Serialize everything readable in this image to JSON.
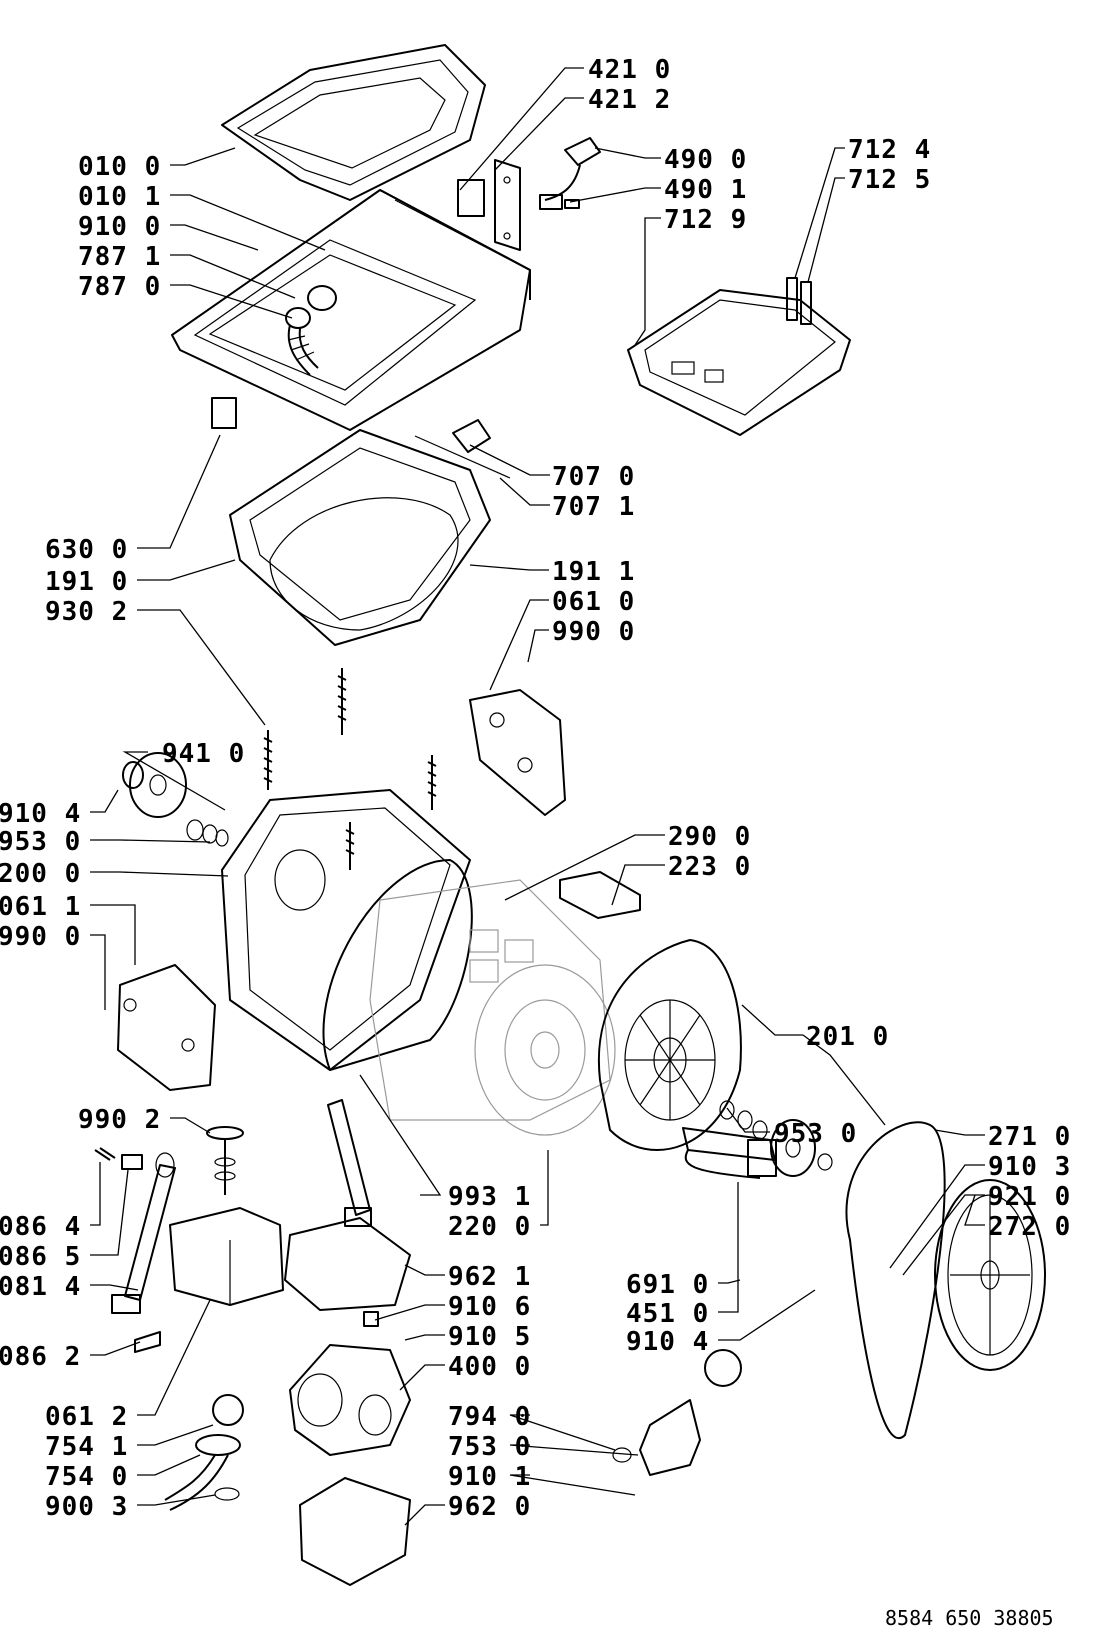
{
  "labels": [
    {
      "id": "421-0",
      "text": "421 0"
    },
    {
      "id": "421-2",
      "text": "421 2"
    },
    {
      "id": "490-0",
      "text": "490 0"
    },
    {
      "id": "490-1",
      "text": "490 1"
    },
    {
      "id": "712-9",
      "text": "712 9"
    },
    {
      "id": "712-4",
      "text": "712 4"
    },
    {
      "id": "712-5",
      "text": "712 5"
    },
    {
      "id": "010-0",
      "text": "010 0"
    },
    {
      "id": "010-1",
      "text": "010 1"
    },
    {
      "id": "910-0",
      "text": "910 0"
    },
    {
      "id": "787-1",
      "text": "787 1"
    },
    {
      "id": "787-0",
      "text": "787 0"
    },
    {
      "id": "707-0",
      "text": "707 0"
    },
    {
      "id": "707-1",
      "text": "707 1"
    },
    {
      "id": "630-0",
      "text": "630 0"
    },
    {
      "id": "191-0",
      "text": "191 0"
    },
    {
      "id": "191-1",
      "text": "191 1"
    },
    {
      "id": "930-2",
      "text": "930 2"
    },
    {
      "id": "061-0",
      "text": "061 0"
    },
    {
      "id": "990-0-a",
      "text": "990 0"
    },
    {
      "id": "941-0",
      "text": "941 0"
    },
    {
      "id": "910-4-a",
      "text": "910 4"
    },
    {
      "id": "953-0-a",
      "text": "953 0"
    },
    {
      "id": "200-0",
      "text": "200 0"
    },
    {
      "id": "061-1",
      "text": "061 1"
    },
    {
      "id": "990-0-b",
      "text": "990 0"
    },
    {
      "id": "290-0",
      "text": "290 0"
    },
    {
      "id": "223-0",
      "text": "223 0"
    },
    {
      "id": "201-0",
      "text": "201 0"
    },
    {
      "id": "990-2",
      "text": "990 2"
    },
    {
      "id": "953-0-b",
      "text": "953 0"
    },
    {
      "id": "271-0",
      "text": "271 0"
    },
    {
      "id": "910-3",
      "text": "910 3"
    },
    {
      "id": "921-0",
      "text": "921 0"
    },
    {
      "id": "272-0",
      "text": "272 0"
    },
    {
      "id": "993-1",
      "text": "993 1"
    },
    {
      "id": "220-0",
      "text": "220 0"
    },
    {
      "id": "086-4",
      "text": "086 4"
    },
    {
      "id": "086-5",
      "text": "086 5"
    },
    {
      "id": "081-4",
      "text": "081 4"
    },
    {
      "id": "962-1",
      "text": "962 1"
    },
    {
      "id": "691-0",
      "text": "691 0"
    },
    {
      "id": "451-0",
      "text": "451 0"
    },
    {
      "id": "910-4-b",
      "text": "910 4"
    },
    {
      "id": "910-6",
      "text": "910 6"
    },
    {
      "id": "910-5",
      "text": "910 5"
    },
    {
      "id": "400-0",
      "text": "400 0"
    },
    {
      "id": "086-2",
      "text": "086 2"
    },
    {
      "id": "061-2",
      "text": "061 2"
    },
    {
      "id": "754-1",
      "text": "754 1"
    },
    {
      "id": "754-0",
      "text": "754 0"
    },
    {
      "id": "900-3",
      "text": "900 3"
    },
    {
      "id": "794-0",
      "text": "794 0"
    },
    {
      "id": "753-0",
      "text": "753 0"
    },
    {
      "id": "910-1",
      "text": "910 1"
    },
    {
      "id": "962-0",
      "text": "962 0"
    }
  ],
  "document_number": "8584 650 38805"
}
